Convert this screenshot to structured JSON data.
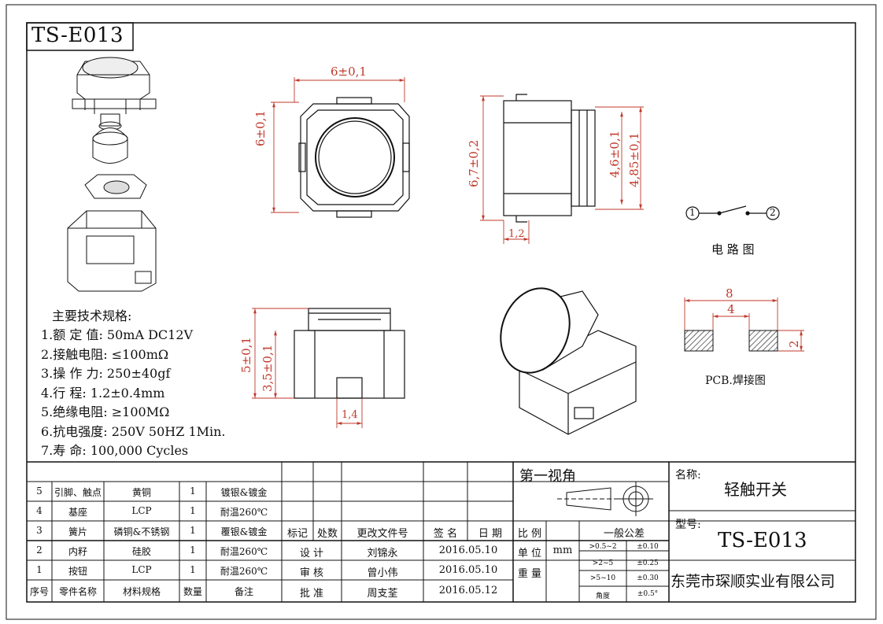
{
  "model_box": "TS-E013",
  "spec_title": "主要技术规格:",
  "specs": [
    "1.额 定 值: 50mA DC12V",
    "2.接触电阻: ≤100mΩ",
    "3.操 作 力: 250±40gf",
    "4.行    程: 1.2±0.4mm",
    "5.绝缘电阻: ≥100MΩ",
    "6.抗电强度: 250V 50HZ 1Min.",
    "7.寿    命: 100,000 Cycles"
  ],
  "dims": {
    "top_width": "6±0,1",
    "top_height": "6±0,1",
    "side_height": "6,7±0,2",
    "side_46": "4,6±0,1",
    "side_485": "4,85±0,1",
    "side_12": "1,2",
    "front_5": "5±0,1",
    "front_35": "3,5±0,1",
    "front_14": "1,4",
    "pcb_8": "8",
    "pcb_4": "4",
    "pcb_2": "2"
  },
  "circuit": {
    "pin1": "1",
    "pin2": "2",
    "label": "电 路 图"
  },
  "pcb_label": "PCB.焊接图",
  "parts_table": {
    "rows": [
      {
        "no": "5",
        "name": "引脚、触点",
        "material": "黄铜",
        "qty": "1",
        "note": "镀银&镀金"
      },
      {
        "no": "4",
        "name": "基座",
        "material": "LCP",
        "qty": "1",
        "note": "耐温260℃"
      },
      {
        "no": "3",
        "name": "簧片",
        "material": "磷铜&不锈钢",
        "qty": "1",
        "note": "覆银&镀金"
      },
      {
        "no": "2",
        "name": "内籽",
        "material": "硅胶",
        "qty": "1",
        "note": "耐温260℃"
      },
      {
        "no": "1",
        "name": "按钮",
        "material": "LCP",
        "qty": "1",
        "note": "耐温260℃"
      }
    ],
    "header": {
      "no": "序号",
      "name": "零件名称",
      "material": "材料规格",
      "qty": "数量",
      "note": "备注"
    }
  },
  "revision": {
    "headers": [
      "标记",
      "处数",
      "更改文件号",
      "签 名",
      "日 期"
    ],
    "rows": [
      {
        "role": "设 计",
        "person": "刘锦永",
        "date": "2016.05.10"
      },
      {
        "role": "审 核",
        "person": "曾小伟",
        "date": "2016.05.10"
      },
      {
        "role": "批 准",
        "person": "周支荃",
        "date": "2016.05.12"
      }
    ]
  },
  "projection": {
    "label": "第一视角"
  },
  "scale_block": {
    "ratio_label": "比 例",
    "unit_label": "单 位",
    "unit": "mm",
    "weight_label": "重 量",
    "tolerance_title": "一般公差",
    "tolerances": [
      {
        "range": ">0.5~2",
        "value": "±0.10"
      },
      {
        "range": ">2~5",
        "value": "±0.25"
      },
      {
        "range": ">5~10",
        "value": "±0.30"
      },
      {
        "range": "角度",
        "value": "±0.5°"
      }
    ]
  },
  "title_block": {
    "name_label": "名称:",
    "name": "轻触开关",
    "model_label": "型号:",
    "model": "TS-E013",
    "company": "东莞市琛顺实业有限公司"
  }
}
